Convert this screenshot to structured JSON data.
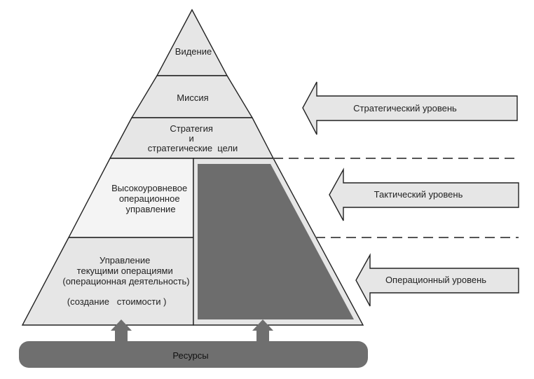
{
  "pyramid": {
    "levels": [
      {
        "id": "vision",
        "lines": [
          "Видение"
        ]
      },
      {
        "id": "mission",
        "lines": [
          "Миссия"
        ]
      },
      {
        "id": "strategy",
        "lines": [
          "Стратегия",
          "и",
          "стратегические  цели"
        ]
      },
      {
        "id": "high-level-management",
        "lines": [
          "Высокоуровневое",
          "операционное",
          "управление"
        ]
      },
      {
        "id": "current-operations",
        "lines": [
          "Управление",
          "текущими операциями",
          "(операционная деятельность)"
        ]
      },
      {
        "id": "value-creation",
        "lines": [
          "(создание   стоимости )"
        ]
      }
    ]
  },
  "arrows": [
    {
      "id": "strategic",
      "label": "Стратегический уровень"
    },
    {
      "id": "tactical",
      "label": "Тактический уровень"
    },
    {
      "id": "operational",
      "label": "Операционный уровень"
    }
  ],
  "resources": {
    "label": "Ресурсы"
  },
  "colors": {
    "layer_fill": "#e6e6e6",
    "highlight_fill": "#f4f4f4",
    "dark_block": "#6d6d6d",
    "resource_bar": "#6f6f6f",
    "arrow_fill": "#e6e6e6",
    "outline": "#222222",
    "dashes": "#555555"
  }
}
